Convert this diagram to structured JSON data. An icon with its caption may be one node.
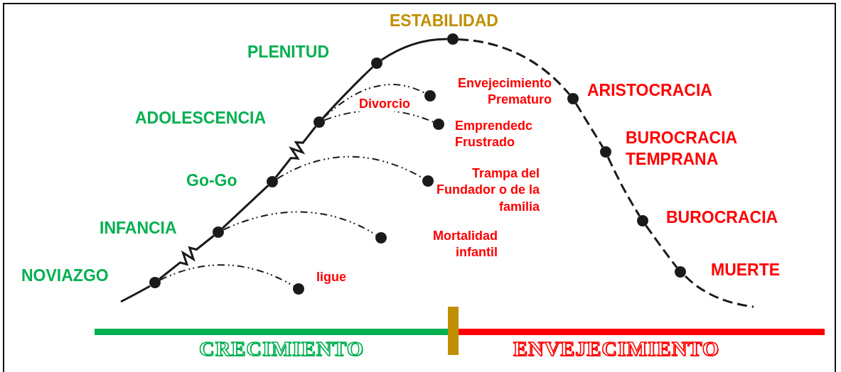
{
  "diagram": {
    "nodes": [
      {
        "text": [],
        "shape": "circle",
        "beside": [
          "NOVIAZGO"
        ]
      },
      {
        "text": [],
        "shape": "circle",
        "beside": [
          "INFANCIA"
        ]
      },
      {
        "text": [],
        "shape": "circle",
        "beside": [
          "Go-Go"
        ]
      },
      {
        "text": [],
        "shape": "circle",
        "beside": [
          "ADOLESCENCIA"
        ]
      },
      {
        "text": [],
        "shape": "circle",
        "beside": [
          "PLENITUD"
        ]
      },
      {
        "text": [],
        "shape": "circle",
        "beside": [
          "ESTABILIDAD"
        ]
      },
      {
        "text": [],
        "shape": "circle",
        "beside": [
          "ARISTOCRACIA"
        ]
      },
      {
        "text": [],
        "shape": "circle",
        "beside": [
          "BUROCRACIA TEMPRANA"
        ]
      },
      {
        "text": [],
        "shape": "circle",
        "beside": [
          "BUROCRACIA"
        ]
      },
      {
        "text": [],
        "shape": "circle",
        "beside": [
          "MUERTE"
        ]
      },
      {
        "text": [],
        "shape": "circle",
        "beside": [
          "ligue"
        ]
      },
      {
        "text": [],
        "shape": "circle",
        "beside": [
          "Mortalidad infantil"
        ]
      },
      {
        "text": [],
        "shape": "circle",
        "beside": [
          "Trampa del Fundador o de la familia"
        ]
      },
      {
        "text": [],
        "shape": "circle",
        "beside": [
          "Envejecimiento Prematuro"
        ]
      },
      {
        "text": [],
        "shape": "circle",
        "beside": [
          "Emprendedc Frustrado"
        ]
      }
    ],
    "edges": [
      {
        "from": 0,
        "to": 1,
        "arrow": "none"
      },
      {
        "from": 1,
        "to": 2,
        "arrow": "none"
      },
      {
        "from": 2,
        "to": 3,
        "arrow": "none"
      },
      {
        "from": 3,
        "to": 4,
        "arrow": "none"
      },
      {
        "from": 4,
        "to": 5,
        "arrow": "none"
      },
      {
        "from": 5,
        "to": 6,
        "arrow": "none",
        "style": "dashed"
      },
      {
        "from": 6,
        "to": 7,
        "arrow": "none",
        "style": "dashed"
      },
      {
        "from": 7,
        "to": 8,
        "arrow": "none",
        "style": "dashed"
      },
      {
        "from": 8,
        "to": 9,
        "arrow": "none",
        "style": "dashed"
      },
      {
        "from": 0,
        "to": 10,
        "arrow": "none",
        "style": "dashed"
      },
      {
        "from": 1,
        "to": 11,
        "arrow": "none",
        "style": "dashed"
      },
      {
        "from": 2,
        "to": 12,
        "arrow": "none",
        "style": "dashed"
      },
      {
        "from": 3,
        "to": 13,
        "arrow": "none",
        "style": "dashed",
        "label": "Divorcio"
      },
      {
        "from": 3,
        "to": 14,
        "arrow": "none",
        "style": "dashed"
      }
    ],
    "labels": [
      "CRECIMIENTO",
      "ENVEJECIMIENTO"
    ]
  }
}
